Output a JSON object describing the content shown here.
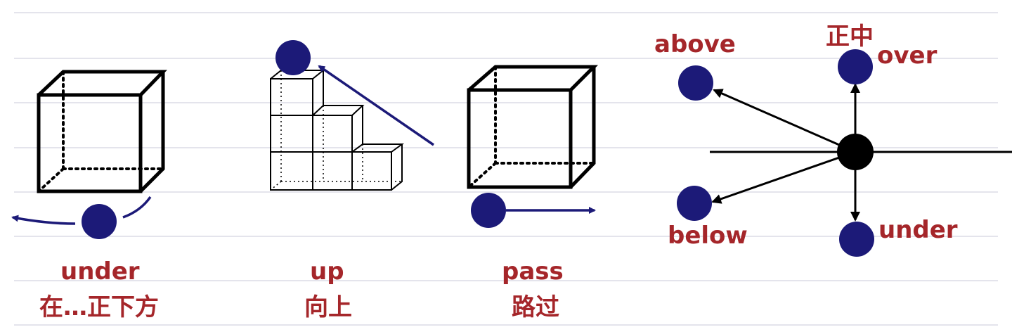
{
  "panels": {
    "under": {
      "word": "under",
      "meaning": "在…正下方"
    },
    "up": {
      "word": "up",
      "meaning": "向上"
    },
    "pass": {
      "word": "pass",
      "meaning": "路过"
    }
  },
  "compass": {
    "above": "above",
    "over": "over",
    "over_meaning": "正中",
    "below": "below",
    "under": "under"
  },
  "colors": {
    "label": "#a5262a",
    "ball": "#1c1a78",
    "arrow_navy": "#1c1a78",
    "line": "#000000",
    "ruled_line": "#dcdce6"
  }
}
